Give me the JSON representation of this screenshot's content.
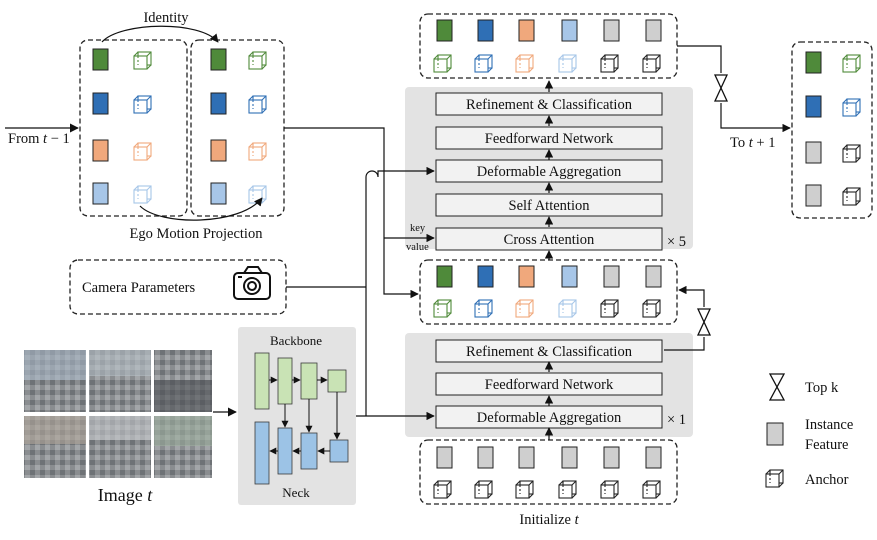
{
  "labels": {
    "identity": "Identity",
    "ego_motion": "Ego Motion Projection",
    "from_prefix": "From ",
    "from_t": "t",
    "from_suffix": " − 1",
    "to_prefix": "To ",
    "to_t": "t",
    "to_suffix": " + 1",
    "camera_parameters": "Camera Parameters",
    "image_prefix": "Image ",
    "image_t": "t",
    "backbone": "Backbone",
    "neck": "Neck",
    "initialize_prefix": "Initialize ",
    "initialize_t": "t",
    "key": "key",
    "value": "value"
  },
  "decoder_top": {
    "layers": [
      "Refinement & Classification",
      "Feedforward Network",
      "Deformable Aggregation",
      "Self Attention",
      "Cross Attention"
    ],
    "repeat": "× 5"
  },
  "decoder_bottom": {
    "layers": [
      "Refinement & Classification",
      "Feedforward Network",
      "Deformable Aggregation"
    ],
    "repeat": "× 1"
  },
  "legend": {
    "topk": "Top k",
    "instance_line1": "Instance",
    "instance_line2": "Feature",
    "anchor": "Anchor"
  },
  "colors": {
    "green": "#4f8a3a",
    "blue": "#2f6fb5",
    "orange": "#f0a87c",
    "lightblue": "#a7c6e8",
    "gray": "#cfcfcf",
    "panel": "#e3e3e3",
    "backbone": "#c9e3b5",
    "neck": "#9cc3e6"
  }
}
